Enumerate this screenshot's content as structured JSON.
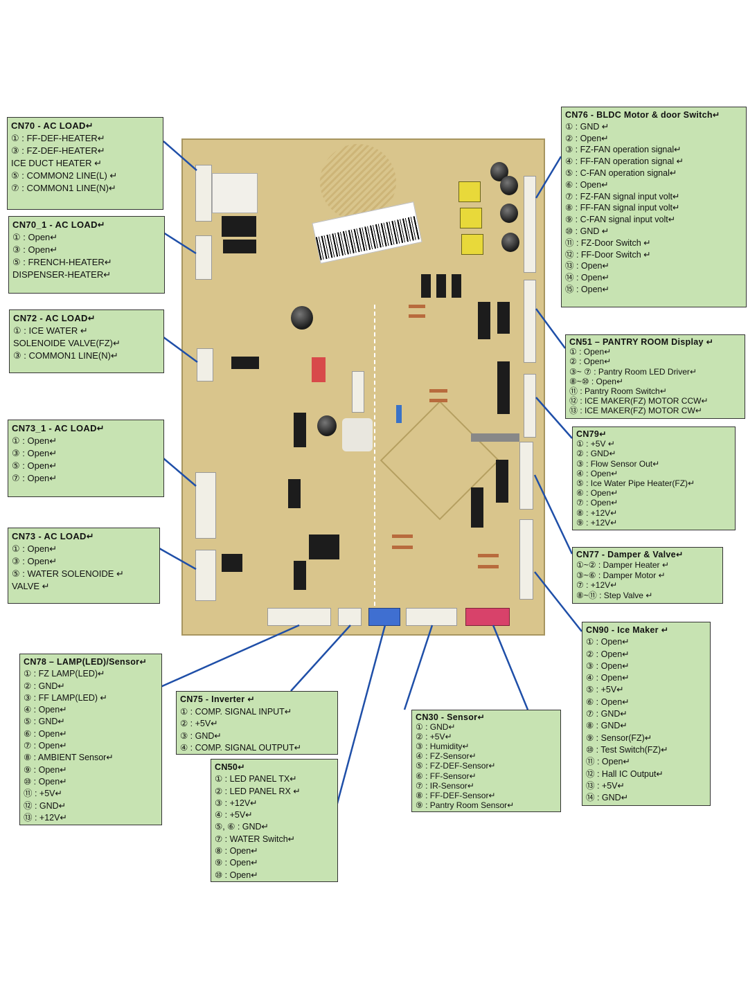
{
  "colors": {
    "label_bg": "#c7e3b2",
    "board": "#d9c58c",
    "leader": "#1f4fa8"
  },
  "labels": {
    "cn70": {
      "title": "CN70 - AC LOAD↵",
      "lines": [
        "① : FF-DEF-HEATER↵",
        "③ : FZ-DEF-HEATER↵",
        "    ICE DUCT HEATER ↵",
        "⑤ : COMMON2 LINE(L) ↵",
        "⑦ : COMMON1 LINE(N)↵"
      ]
    },
    "cn70_1": {
      "title": "CN70_1 - AC LOAD↵",
      "lines": [
        "① : Open↵",
        "③ : Open↵",
        "⑤ : FRENCH-HEATER↵",
        "     DISPENSER-HEATER↵"
      ]
    },
    "cn72": {
      "title": "CN72 - AC LOAD↵",
      "lines": [
        "① : ICE WATER ↵",
        "    SOLENOIDE VALVE(FZ)↵",
        "③ : COMMON1 LINE(N)↵"
      ]
    },
    "cn73_1": {
      "title": "CN73_1 - AC LOAD↵",
      "lines": [
        "① : Open↵",
        "③ : Open↵",
        "⑤ : Open↵",
        "⑦ : Open↵"
      ]
    },
    "cn73": {
      "title": "CN73 - AC LOAD↵",
      "lines": [
        "① : Open↵",
        "③ : Open↵",
        "⑤ : WATER SOLENOIDE ↵",
        "    VALVE ↵"
      ]
    },
    "cn76": {
      "title": "CN76 - BLDC Motor & door Switch↵",
      "lines": [
        "① : GND ↵",
        "② : Open↵",
        "③ : FZ-FAN operation signal↵",
        "④ : FF-FAN operation signal ↵",
        "⑤ : C-FAN operation signal↵",
        "⑥ : Open↵",
        "⑦ : FZ-FAN signal input volt↵",
        "⑧ : FF-FAN signal input volt↵",
        "⑨ : C-FAN signal input volt↵",
        "⑩ : GND ↵",
        "⑪ : FZ-Door Switch ↵",
        "⑫ : FF-Door Switch ↵",
        "⑬ : Open↵",
        "⑭ : Open↵",
        "⑮ : Open↵"
      ]
    },
    "cn51": {
      "title": "CN51 – PANTRY ROOM Display ↵",
      "lines": [
        "① : Open↵",
        "② : Open↵",
        "③~ ⑦ : Pantry Room LED Driver↵",
        "⑧~⑩ : Open↵",
        "⑪ : Pantry Room Switch↵",
        "⑫ : ICE MAKER(FZ) MOTOR CCW↵",
        "⑬ : ICE MAKER(FZ) MOTOR CW↵"
      ]
    },
    "cn79": {
      "title": "CN79↵",
      "lines": [
        "① : +5V ↵",
        "② : GND↵",
        "③ : Flow Sensor Out↵",
        "④ : Open↵",
        "⑤ : Ice Water Pipe Heater(FZ)↵",
        "⑥ : Open↵",
        "⑦ : Open↵",
        "⑧ : +12V↵",
        "⑨ : +12V↵"
      ]
    },
    "cn77": {
      "title": "CN77 - Damper & Valve↵",
      "lines": [
        "①~② : Damper Heater ↵",
        "③~⑥ : Damper Motor ↵",
        "⑦ : +12V↵",
        "⑧~⑪ : Step Valve ↵"
      ]
    },
    "cn90": {
      "title": "CN90 - Ice Maker ↵",
      "lines": [
        "① : Open↵",
        "② : Open↵",
        "③ : Open↵",
        "④ : Open↵",
        "⑤ : +5V↵",
        "⑥ : Open↵",
        "⑦ : GND↵",
        "⑧ : GND↵",
        "⑨ : Sensor(FZ)↵",
        "⑩ : Test Switch(FZ)↵",
        "⑪ : Open↵",
        "⑫ : Hall IC Output↵",
        "⑬ : +5V↵",
        "⑭ : GND↵"
      ]
    },
    "cn78": {
      "title": "CN78 – LAMP(LED)/Sensor↵",
      "lines": [
        "① : FZ LAMP(LED)↵",
        "② : GND↵",
        "③ : FF LAMP(LED) ↵",
        "④ : Open↵",
        "⑤ : GND↵",
        "⑥ : Open↵",
        "⑦ : Open↵",
        "⑧ : AMBIENT Sensor↵",
        "⑨ : Open↵",
        "⑩ : Open↵",
        "⑪ : +5V↵",
        "⑫ : GND↵",
        "⑬ : +12V↵"
      ]
    },
    "cn75": {
      "title": "CN75 - Inverter ↵",
      "lines": [
        "① : COMP. SIGNAL INPUT↵",
        "② : +5V↵",
        "③ : GND↵",
        "④ : COMP. SIGNAL OUTPUT↵"
      ]
    },
    "cn50": {
      "title": "CN50↵",
      "lines": [
        "① : LED PANEL TX↵",
        "② : LED PANEL RX ↵",
        "③ : +12V↵",
        "④ : +5V↵",
        "⑤, ⑥ : GND↵",
        "⑦ : WATER Switch↵",
        "⑧ : Open↵",
        "⑨ : Open↵",
        "⑩ : Open↵"
      ]
    },
    "cn30": {
      "title": "CN30 - Sensor↵",
      "lines": [
        "① : GND↵",
        "② : +5V↵",
        "③ : Humidity↵",
        "④ : FZ-Sensor↵",
        "⑤ : FZ-DEF-Sensor↵",
        "⑥ : FF-Sensor↵",
        "⑦ : IR-Sensor↵",
        "⑧ : FF-DEF-Sensor↵",
        "⑨ : Pantry Room Sensor↵"
      ]
    }
  }
}
